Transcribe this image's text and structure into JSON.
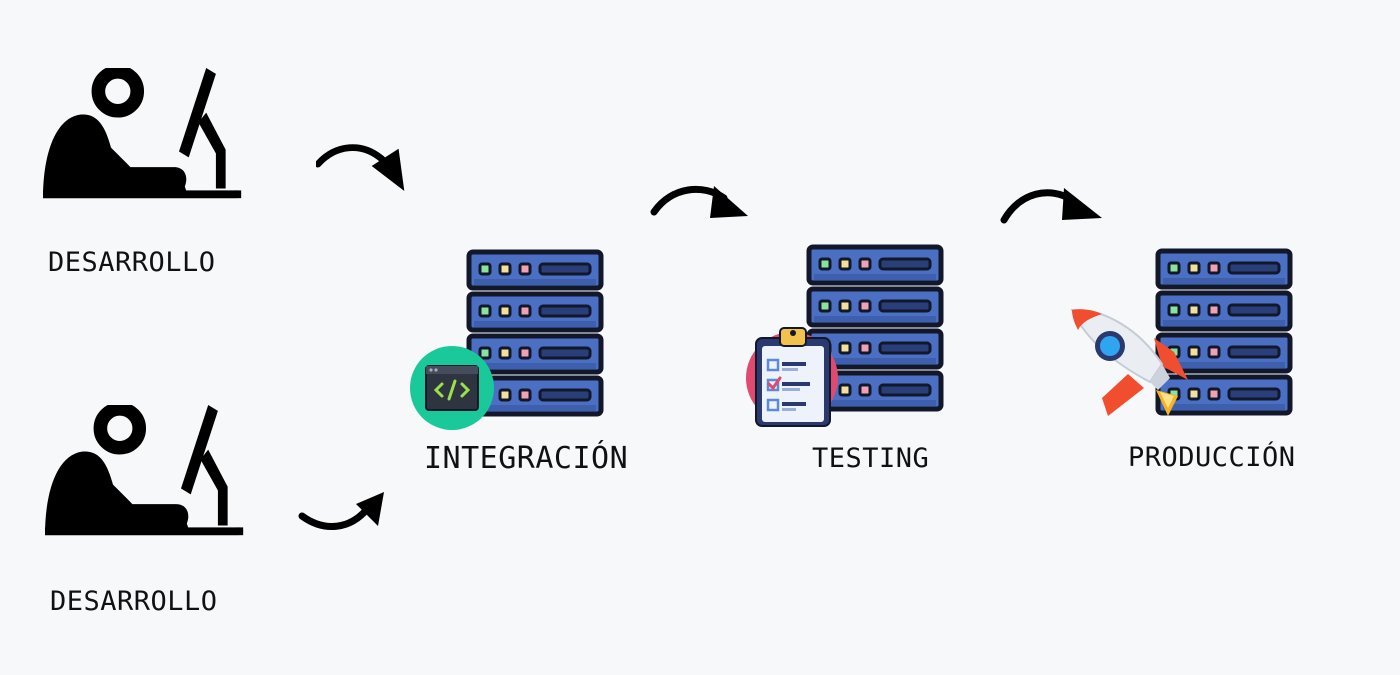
{
  "stages": {
    "dev_top": {
      "label": "DESARROLLO"
    },
    "dev_bottom": {
      "label": "DESARROLLO"
    },
    "integration": {
      "label": "INTEGRACIÓN"
    },
    "testing": {
      "label": "TESTING"
    },
    "production": {
      "label": "PRODUCCIÓN"
    }
  },
  "colors": {
    "background": "#f7f8fa",
    "server_body": "#4a6fc3",
    "server_outline": "#12182a",
    "led_green": "#8be29a",
    "led_yellow": "#f3e09a",
    "led_pink": "#f0a2b4",
    "code_badge": "#19c99a",
    "test_badge": "#e04a6e",
    "rocket_red": "#f04e2f"
  },
  "icons": {
    "developer": "developer-at-computer-icon",
    "server": "server-rack-icon",
    "code": "code-window-icon",
    "checklist": "clipboard-checklist-icon",
    "rocket": "rocket-icon",
    "arrow": "curved-arrow-icon"
  }
}
